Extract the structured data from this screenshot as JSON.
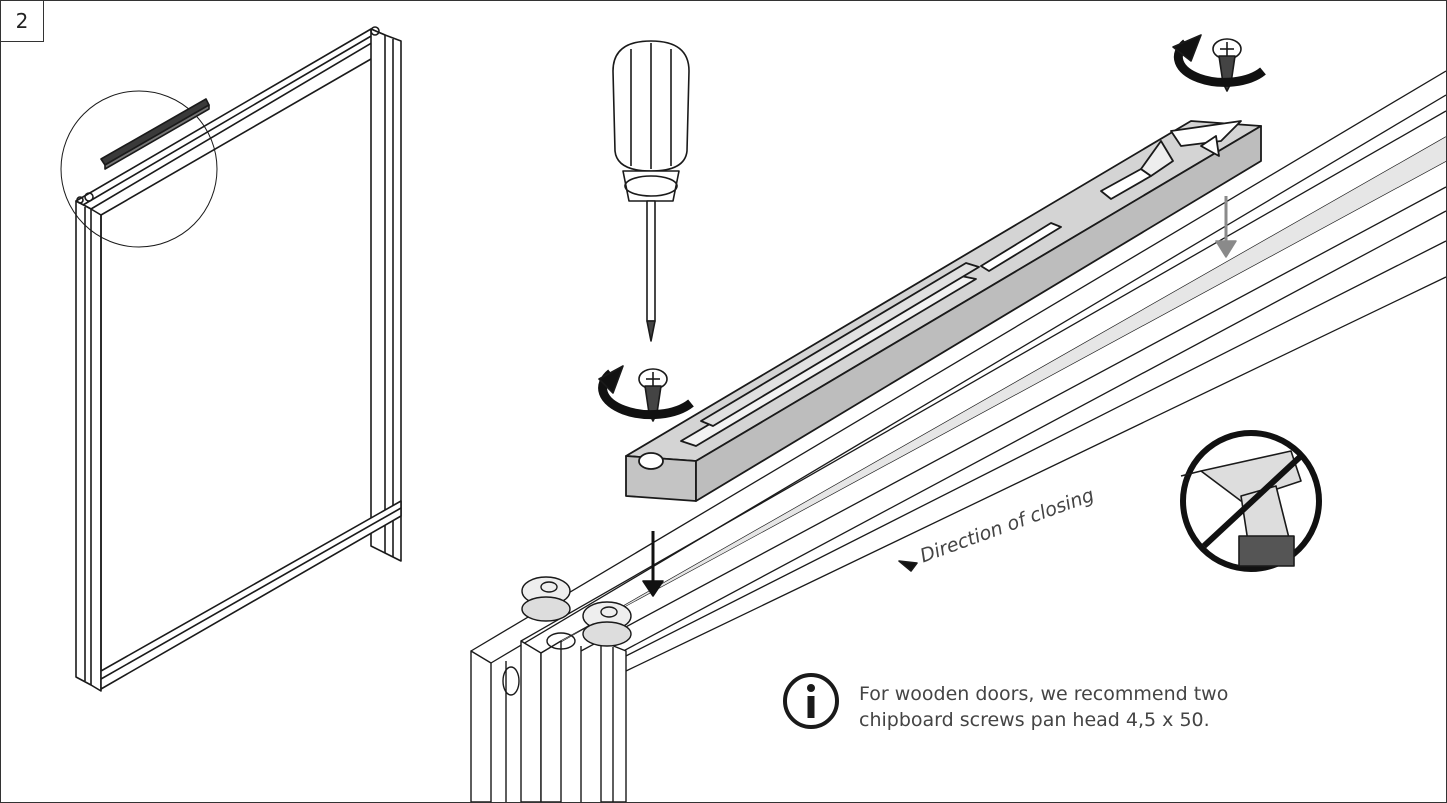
{
  "step": {
    "number": "2"
  },
  "direction": {
    "label": "Direction of closing"
  },
  "note": {
    "line1": "For wooden doors, we recommend two",
    "line2": "chipboard screws pan head 4,5 x 50."
  },
  "icons": {
    "info": "info-circle-icon",
    "no_drill": "no-drill-icon",
    "rotate": "rotate-arrow-icon",
    "screwdriver": "screwdriver-icon"
  },
  "colors": {
    "line": "#1a1a1a",
    "part_fill": "#d4d4d4",
    "arrow_gray": "#8a8a8a",
    "text": "#444444"
  }
}
